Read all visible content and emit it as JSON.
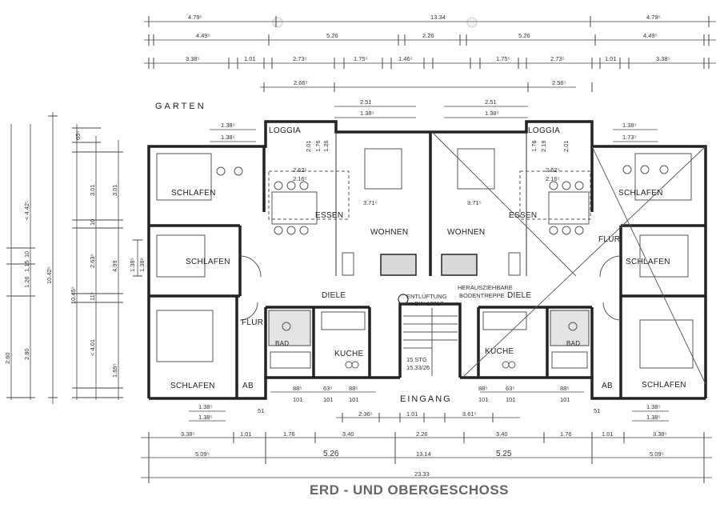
{
  "title": "ERD - UND OBERGESCHOSS",
  "orientation": {
    "garden": "GARTEN",
    "entrance": "EINGANG"
  },
  "rooms": {
    "loggia_left": "LOGGIA",
    "loggia_right": "LOGGIA",
    "schlafen_tl": "SCHLAFEN",
    "schlafen_ml": "SCHLAFEN",
    "schlafen_bl": "SCHLAFEN",
    "schlafen_tr": "SCHLAFEN",
    "schlafen_mr": "SCHLAFEN",
    "schlafen_br": "SCHLAFEN",
    "essen_left": "ESSEN",
    "essen_right": "ESSEN",
    "wohnen_left": "WOHNEN",
    "wohnen_right": "WOHNEN",
    "diele_left": "DIELE",
    "diele_right": "DIELE",
    "flur_left": "FLUR",
    "flur_right": "FLUR",
    "kueche_left": "KUCHE",
    "kueche_right": "KUCHE",
    "bad_left": "BAD",
    "bad_right": "BAD",
    "ab_left": "AB",
    "ab_right": "AB"
  },
  "notes": {
    "vent": "ENTLÜFTUNG",
    "vent_din": "n DIN 18017",
    "stair_pull": "HERAUSZIEHBARE",
    "stair_attic": "BODENTREPPE",
    "stair_steps": "15 STG",
    "stair_ratio": "15.33/26"
  },
  "dims": {
    "top": {
      "total": "13.34",
      "l1": "4.79⁵",
      "r1": "4.79⁵",
      "l2": "4.49⁵",
      "m2a": "5.26",
      "m2b": "2.26",
      "m2c": "5.26",
      "r2": "4.49⁵",
      "r3": [
        "3.38⁵",
        "1.01",
        "2.73⁵",
        "1.75⁵",
        "1.46⁵",
        "1.75⁵",
        "2.73⁵",
        "1.01",
        "3.38⁵"
      ],
      "m4a": "2.66⁵",
      "m4b": "2.56⁵",
      "loggia_l": "2.51",
      "loggia_l2": "1.38⁵",
      "loggia_r": "2.51",
      "loggia_r2": "1.38⁵",
      "win_tl": "1.38⁵",
      "win_tl2": "1.38⁵",
      "win_tr": "1.38⁵",
      "win_tr2": "1.73⁵",
      "ess_l": "2.62⁵",
      "ess_l2": "2.16⁵",
      "ess_r": "2.62⁵",
      "ess_r2": "2.16⁵",
      "wohnen_l": "3.71⁵",
      "wohnen_r": "3.71⁵",
      "log_a": "2.01",
      "log_b": "1.76",
      "log_c": "1.26",
      "log_d": "2.01",
      "log_e": "1.76",
      "log_f": "2.19"
    },
    "left": {
      "o1": "< 4.42⁵",
      "o2": "10.42⁵",
      "o3": "10.45⁵",
      "a": "2.60",
      "b": "2.80",
      "c": "1.26",
      "d": "1.15",
      "e": "10",
      "f": "3.01",
      "g": "2.63⁵",
      "h": "< 4.01",
      "i": "3.01",
      "j": "4.99",
      "k": "1.69⁵",
      "l": "1.38⁵",
      "m": "1.38⁹",
      "n": "65⁵",
      "o": "10",
      "p": "11⁵"
    },
    "bottom": {
      "total": "23.33",
      "b1a": "5.09⁵",
      "b1b": "5.26",
      "b1c": "13.14",
      "b1d": "5.25",
      "b1e": "5.09⁵",
      "b2": [
        "3.38⁵",
        "1.01",
        "1.76",
        "3.40",
        "2.26",
        "3.40",
        "1.76",
        "1.01",
        "3.38⁵"
      ],
      "b3": [
        "2.36⁵",
        "1.01",
        "3.61⁵"
      ],
      "b4l": "1.38⁵",
      "b4l2": "1.38⁵",
      "b4r": "1.38⁵",
      "b4r2": "1.38⁵",
      "b5l": "51",
      "b5r": "51",
      "small_a": "88⁵",
      "small_b": "63⁵",
      "small_c": "88⁵",
      "small_d": "101",
      "small_e": "101",
      "small_f": "101",
      "small_g": "88⁵",
      "small_h": "63⁵",
      "small_i": "88⁵",
      "small_j": "101",
      "small_k": "101",
      "small_l": "101"
    }
  }
}
